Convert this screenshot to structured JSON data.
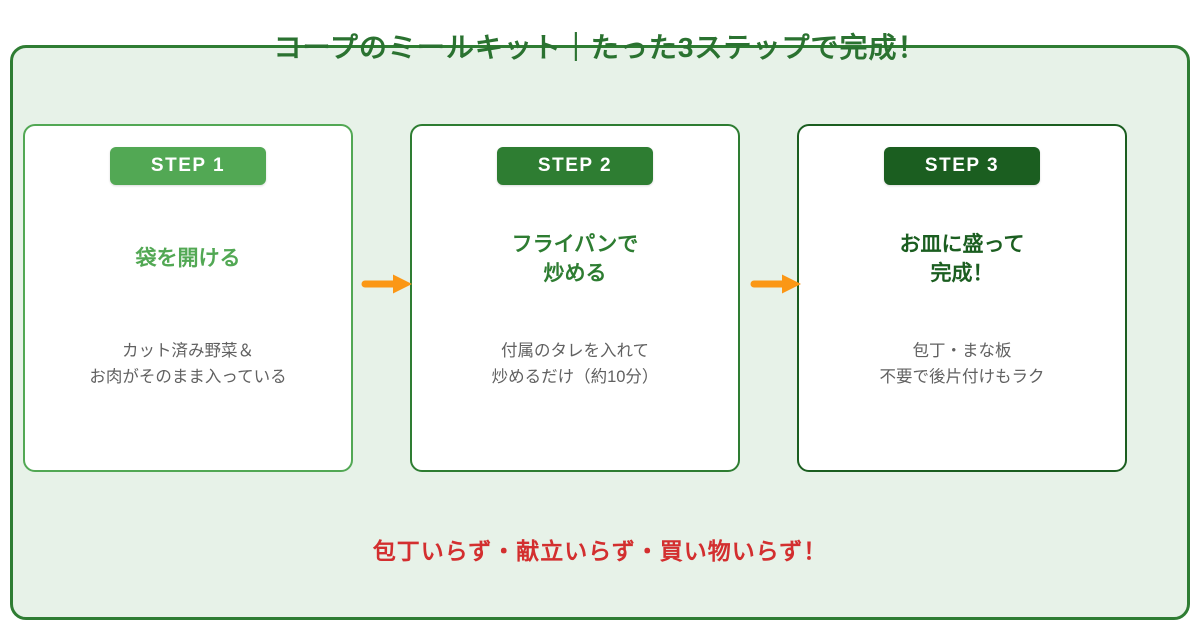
{
  "title": "コープのミールキット｜たった3ステップで完成！",
  "steps": [
    {
      "badge": "STEP 1",
      "heading": "袋を開ける",
      "body": "カット済み野菜＆\nお肉がそのまま入っている",
      "accent_color": "#52a854"
    },
    {
      "badge": "STEP 2",
      "heading": "フライパンで\n炒める",
      "body": "付属のタレを入れて\n炒めるだけ（約10分）",
      "accent_color": "#2e7d32"
    },
    {
      "badge": "STEP 3",
      "heading": "お皿に盛って\n完成！",
      "body": "包丁・まな板\n不要で後片付けもラク",
      "accent_color": "#1b5e20"
    }
  ],
  "footer": "包丁いらず・献立いらず・買い物いらず！",
  "colors": {
    "frame_border": "#2f7d33",
    "frame_background": "#e7f2e8",
    "title_text": "#2a7230",
    "footer_text": "#d32f2f",
    "arrow": "#fb9715",
    "body_text": "#616161",
    "card_background": "#ffffff",
    "badge_text": "#ffffff"
  }
}
